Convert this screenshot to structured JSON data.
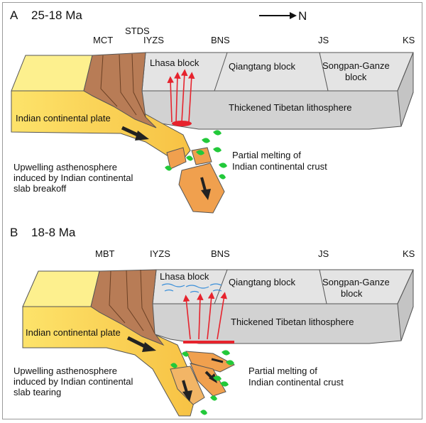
{
  "north_label": "N",
  "panel_a": {
    "letter": "A",
    "age": "25-18 Ma",
    "sutures": [
      "MCT",
      "STDS",
      "IYZS",
      "BNS",
      "JS",
      "KS"
    ],
    "blocks": {
      "lhasa": "Lhasa block",
      "qiangtang": "Qiangtang block",
      "songpan_1": "Songpan-Ganze",
      "songpan_2": "block"
    },
    "lithosphere": "Thickened Tibetan lithosphere",
    "plate": "Indian continental plate",
    "upwelling": [
      "Upwelling asthenosphere",
      "induced by Indian continental",
      "slab breakoff"
    ],
    "melting": [
      "Partial melting of",
      "Indian continental crust"
    ]
  },
  "panel_b": {
    "letter": "B",
    "age": "18-8 Ma",
    "sutures": [
      "MBT",
      "IYZS",
      "BNS",
      "JS",
      "KS"
    ],
    "blocks": {
      "lhasa": "Lhasa block",
      "qiangtang": "Qiangtang block",
      "songpan_1": "Songpan-Ganze",
      "songpan_2": "block"
    },
    "lithosphere": "Thickened Tibetan lithosphere",
    "plate": "Indian continental plate",
    "upwelling": [
      "Upwelling asthenosphere",
      "induced by Indian continental",
      "slab tearing"
    ],
    "melting": [
      "Partial melting of",
      "Indian continental crust"
    ]
  },
  "colors": {
    "india_yellow": "#fde36a",
    "india_top": "#fdf08e",
    "himalaya_brown": "#b87c56",
    "tibet_top": "#e4e4e4",
    "tibet_front": "#d2d2d2",
    "slab_orange": "#f0a04e",
    "melt_green": "#22c93a",
    "magma_red": "#e6232d",
    "sediment_blue": "#3a8fd9"
  }
}
